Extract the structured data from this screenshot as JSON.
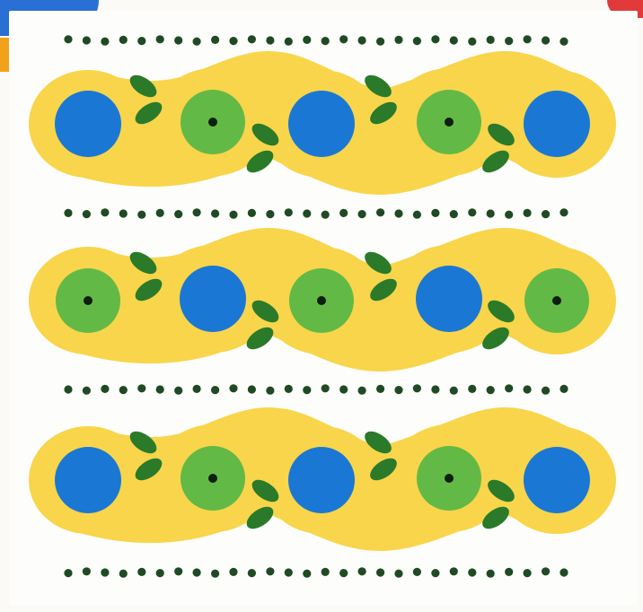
{
  "colors": {
    "background": "#fdfdfb",
    "band": "#f8d54a",
    "blue_circle": "#1a78d4",
    "green_circle": "#63b946",
    "leaf": "#2a7a2a",
    "dot": "#1f4a23",
    "center_dot": "#0d1f0f",
    "corner_blue": "#2a6fd4",
    "corner_orange": "#f2a21a",
    "corner_red": "#e23a3a"
  },
  "layers": [
    {
      "name": "layer-1",
      "sequence": [
        "blue",
        "green",
        "blue",
        "green",
        "blue"
      ]
    },
    {
      "name": "layer-2",
      "sequence": [
        "green",
        "blue",
        "green",
        "blue",
        "green"
      ]
    },
    {
      "name": "layer-3",
      "sequence": [
        "blue",
        "green",
        "blue",
        "green",
        "blue"
      ]
    }
  ],
  "dot_rows": [
    {
      "name": "dot-row-1",
      "count": 28
    },
    {
      "name": "dot-row-2",
      "count": 28
    },
    {
      "name": "dot-row-3",
      "count": 28
    },
    {
      "name": "dot-row-4",
      "count": 28
    }
  ]
}
